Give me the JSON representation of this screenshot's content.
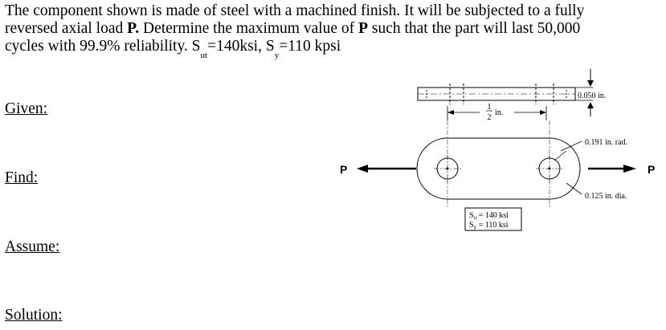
{
  "problem": {
    "line1": "The component shown is made of steel with a machined finish.  It will be subjected to a fully",
    "line2_a": "reversed axial load ",
    "line2_p": "P.",
    "line2_b": " Determine the maximum value of ",
    "line2_p2": "P",
    "line2_c": " such that the part will last 50,000",
    "line3_a": "cycles with 99.9% reliability. S",
    "line3_sub1": "ut",
    "line3_b": "=140ksi, S",
    "line3_sub2": "y",
    "line3_c": "=110 kpsi"
  },
  "headings": {
    "given": "Given:",
    "find": "Find:",
    "assume": "Assume:",
    "solution": "Solution:"
  },
  "figure": {
    "load_left": "P",
    "load_right": "P",
    "thickness": "0.050 in.",
    "width_num": "1",
    "width_den": "2",
    "width_unit": "in.",
    "radius": "0.191 in. rad.",
    "hole_dia": "0.125 in. dia.",
    "su": "S",
    "su_sub": "u",
    "su_val": " = 140 ksi",
    "sy": "S",
    "sy_sub": "y",
    "sy_val": " = 110 ksi"
  }
}
